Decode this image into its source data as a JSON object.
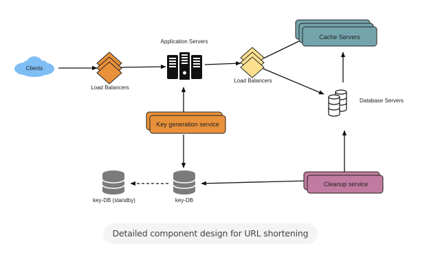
{
  "diagram": {
    "nodes": {
      "clients": {
        "label": "Clients",
        "color": "#7fbdf5"
      },
      "load_balancers_1": {
        "label": "Load Balancers",
        "color": "#e8913a"
      },
      "app_servers": {
        "label": "Application Servers",
        "color": "#111111"
      },
      "load_balancers_2": {
        "label": "Load Balancers",
        "color": "#fde08f"
      },
      "cache_servers": {
        "label": "Cache Servers",
        "color": "#74a5ad"
      },
      "database_servers": {
        "label": "Database Servers",
        "color": "#ffffff"
      },
      "key_generation_service": {
        "label": "Key generation service",
        "color": "#e8913a"
      },
      "key_db": {
        "label": "key-DB",
        "color": "#7b7b7b"
      },
      "key_db_standby": {
        "label": "key-DB (standby)",
        "color": "#7b7b7b"
      },
      "cleanup_service": {
        "label": "Cleanup service",
        "color": "#c27ba0"
      }
    },
    "edges": [
      {
        "from": "Clients",
        "to": "Load Balancers",
        "style": "solid"
      },
      {
        "from": "Load Balancers",
        "to": "Application Servers",
        "style": "solid"
      },
      {
        "from": "Application Servers",
        "to": "Load Balancers",
        "style": "solid"
      },
      {
        "from": "Load Balancers",
        "to": "Cache Servers",
        "style": "solid"
      },
      {
        "from": "Load Balancers",
        "to": "Database Servers",
        "style": "solid"
      },
      {
        "from": "Database Servers",
        "to": "Cache Servers",
        "style": "solid"
      },
      {
        "from": "Key generation service",
        "to": "Application Servers",
        "style": "solid"
      },
      {
        "from": "Key generation service",
        "to": "key-DB",
        "style": "solid"
      },
      {
        "from": "key-DB",
        "to": "key-DB (standby)",
        "style": "dashed"
      },
      {
        "from": "Cleanup service",
        "to": "key-DB",
        "style": "solid"
      },
      {
        "from": "Cleanup service",
        "to": "Database Servers",
        "style": "solid"
      }
    ]
  },
  "caption": "Detailed component design for URL shortening"
}
